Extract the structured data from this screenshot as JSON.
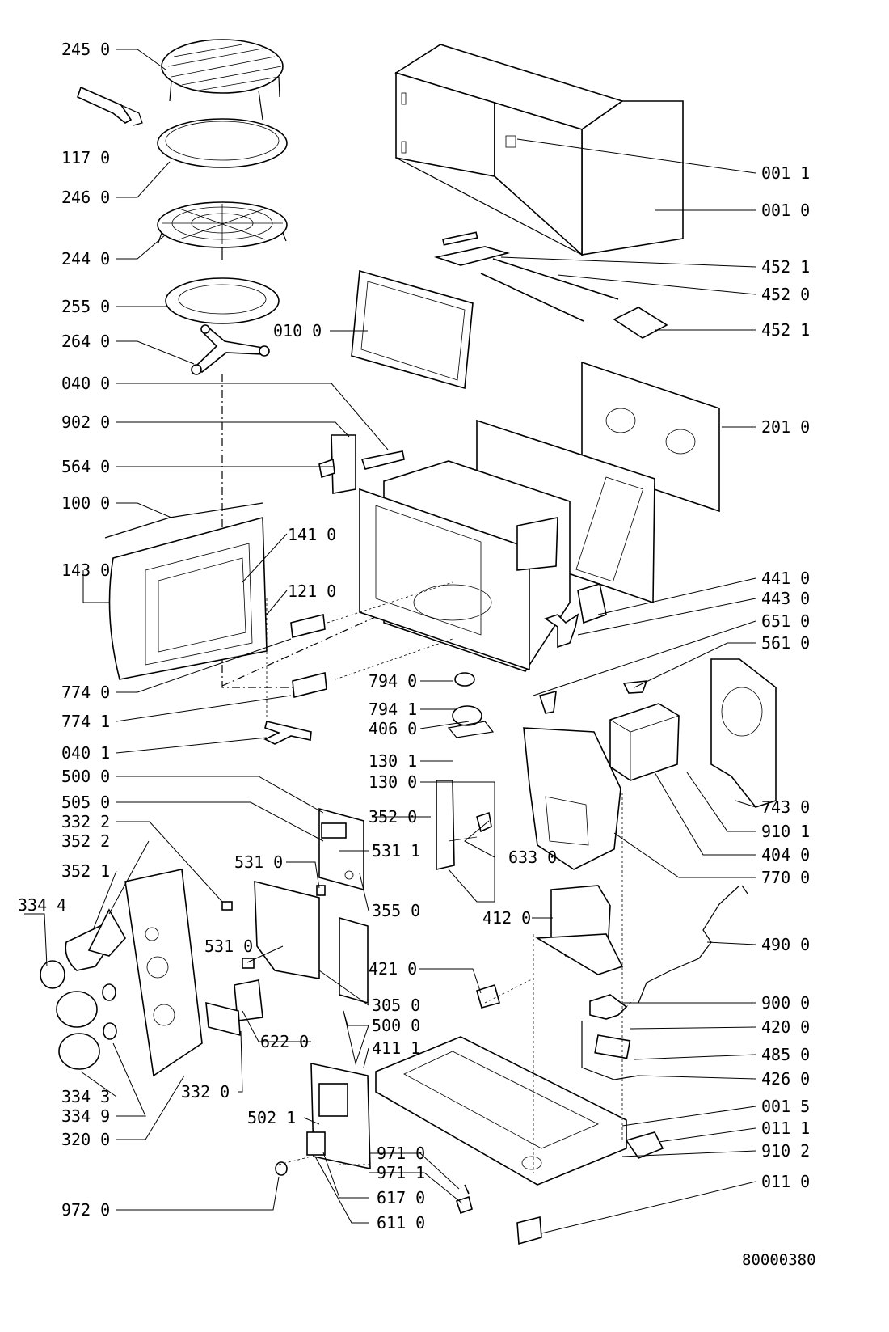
{
  "diagram_ref": "80000380",
  "labels": [
    {
      "id": "245-0",
      "text": "245 0"
    },
    {
      "id": "117-0",
      "text": "117 0"
    },
    {
      "id": "246-0",
      "text": "246 0"
    },
    {
      "id": "244-0",
      "text": "244 0"
    },
    {
      "id": "255-0",
      "text": "255 0"
    },
    {
      "id": "264-0",
      "text": "264 0"
    },
    {
      "id": "040-0",
      "text": "040 0"
    },
    {
      "id": "902-0",
      "text": "902 0"
    },
    {
      "id": "564-0",
      "text": "564 0"
    },
    {
      "id": "100-0",
      "text": "100 0"
    },
    {
      "id": "143-0",
      "text": "143 0"
    },
    {
      "id": "141-0",
      "text": "141 0"
    },
    {
      "id": "121-0",
      "text": "121 0"
    },
    {
      "id": "774-0",
      "text": "774 0"
    },
    {
      "id": "774-1",
      "text": "774 1"
    },
    {
      "id": "040-1",
      "text": "040 1"
    },
    {
      "id": "500-0a",
      "text": "500 0"
    },
    {
      "id": "505-0",
      "text": "505 0"
    },
    {
      "id": "332-2",
      "text": "332 2"
    },
    {
      "id": "352-2",
      "text": "352 2"
    },
    {
      "id": "352-1",
      "text": "352 1"
    },
    {
      "id": "334-4",
      "text": "334 4"
    },
    {
      "id": "334-3",
      "text": "334 3"
    },
    {
      "id": "334-9",
      "text": "334 9"
    },
    {
      "id": "320-0",
      "text": "320 0"
    },
    {
      "id": "332-0",
      "text": "332 0"
    },
    {
      "id": "972-0",
      "text": "972 0"
    },
    {
      "id": "001-1",
      "text": "001 1"
    },
    {
      "id": "001-0",
      "text": "001 0"
    },
    {
      "id": "452-1a",
      "text": "452 1"
    },
    {
      "id": "452-0",
      "text": "452 0"
    },
    {
      "id": "452-1b",
      "text": "452 1"
    },
    {
      "id": "010-0",
      "text": "010 0"
    },
    {
      "id": "201-0",
      "text": "201 0"
    },
    {
      "id": "441-0",
      "text": "441 0"
    },
    {
      "id": "443-0",
      "text": "443 0"
    },
    {
      "id": "651-0",
      "text": "651 0"
    },
    {
      "id": "561-0",
      "text": "561 0"
    },
    {
      "id": "794-0",
      "text": "794 0"
    },
    {
      "id": "794-1",
      "text": "794 1"
    },
    {
      "id": "406-0",
      "text": "406 0"
    },
    {
      "id": "130-1",
      "text": "130 1"
    },
    {
      "id": "130-0",
      "text": "130 0"
    },
    {
      "id": "352-0",
      "text": "352 0"
    },
    {
      "id": "531-0a",
      "text": "531 0"
    },
    {
      "id": "531-1",
      "text": "531 1"
    },
    {
      "id": "355-0",
      "text": "355 0"
    },
    {
      "id": "633-0",
      "text": "633 0"
    },
    {
      "id": "531-0b",
      "text": "531 0"
    },
    {
      "id": "421-0",
      "text": "421 0"
    },
    {
      "id": "305-0",
      "text": "305 0"
    },
    {
      "id": "500-0b",
      "text": "500 0"
    },
    {
      "id": "622-0",
      "text": "622 0"
    },
    {
      "id": "411-1",
      "text": "411 1"
    },
    {
      "id": "412-0",
      "text": "412 0"
    },
    {
      "id": "502-1",
      "text": "502 1"
    },
    {
      "id": "971-0",
      "text": "971 0"
    },
    {
      "id": "971-1",
      "text": "971 1"
    },
    {
      "id": "617-0",
      "text": "617 0"
    },
    {
      "id": "611-0",
      "text": "611 0"
    },
    {
      "id": "743-0",
      "text": "743 0"
    },
    {
      "id": "910-1",
      "text": "910 1"
    },
    {
      "id": "404-0",
      "text": "404 0"
    },
    {
      "id": "770-0",
      "text": "770 0"
    },
    {
      "id": "490-0",
      "text": "490 0"
    },
    {
      "id": "900-0",
      "text": "900 0"
    },
    {
      "id": "420-0",
      "text": "420 0"
    },
    {
      "id": "485-0",
      "text": "485 0"
    },
    {
      "id": "426-0",
      "text": "426 0"
    },
    {
      "id": "001-5",
      "text": "001 5"
    },
    {
      "id": "011-1",
      "text": "011 1"
    },
    {
      "id": "910-2",
      "text": "910 2"
    },
    {
      "id": "011-0",
      "text": "011 0"
    }
  ]
}
